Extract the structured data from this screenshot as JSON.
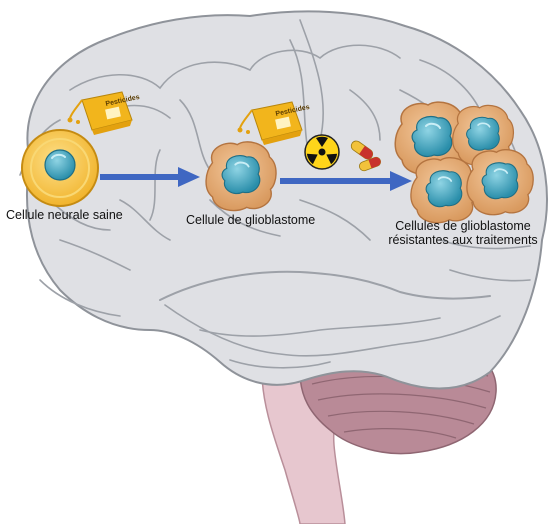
{
  "labels": {
    "healthy": "Cellule neurale saine",
    "glioblastoma": "Cellule de glioblastome",
    "resistant_line1": "Cellules de glioblastome",
    "resistant_line2": "résistantes aux traitements"
  },
  "pesticide_text": "Pesticides",
  "colors": {
    "brain_fill": "#dfe0e4",
    "brain_stroke": "#8f939a",
    "cerebellum": "#b98a97",
    "brainstem": "#e7c7cf",
    "arrow": "#3f67c2",
    "healthy_cell": "#f7c64a",
    "tumor_cell": "#e7b27f",
    "nucleus": "#33a3bd",
    "sachet": "#f2b51c"
  },
  "icons": [
    "radiation-icon",
    "pill-icon",
    "pesticide-sachet-icon"
  ]
}
